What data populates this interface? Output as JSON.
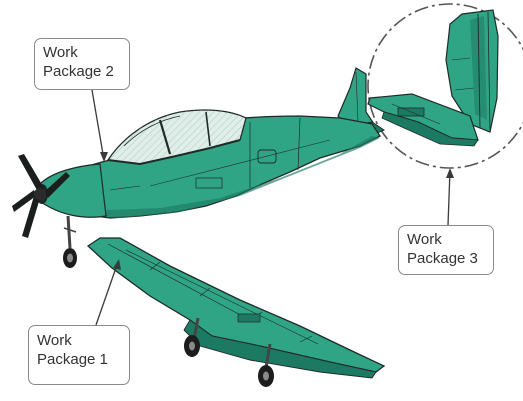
{
  "labels": {
    "wp1": {
      "line1": "Work",
      "line2": "Package 1"
    },
    "wp2": {
      "line1": "Work",
      "line2": "Package 2"
    },
    "wp3": {
      "line1": "Work",
      "line2": "Package 3"
    }
  },
  "colors": {
    "body": "#2fa586",
    "body_dark": "#1d7a62",
    "outline": "#1f2a28",
    "canopy": "#dfeee9",
    "leader": "#3a3a3a",
    "detail_circle": "#555555"
  },
  "icons": {
    "propeller": "propeller-icon",
    "wheel": "wheel-icon"
  }
}
